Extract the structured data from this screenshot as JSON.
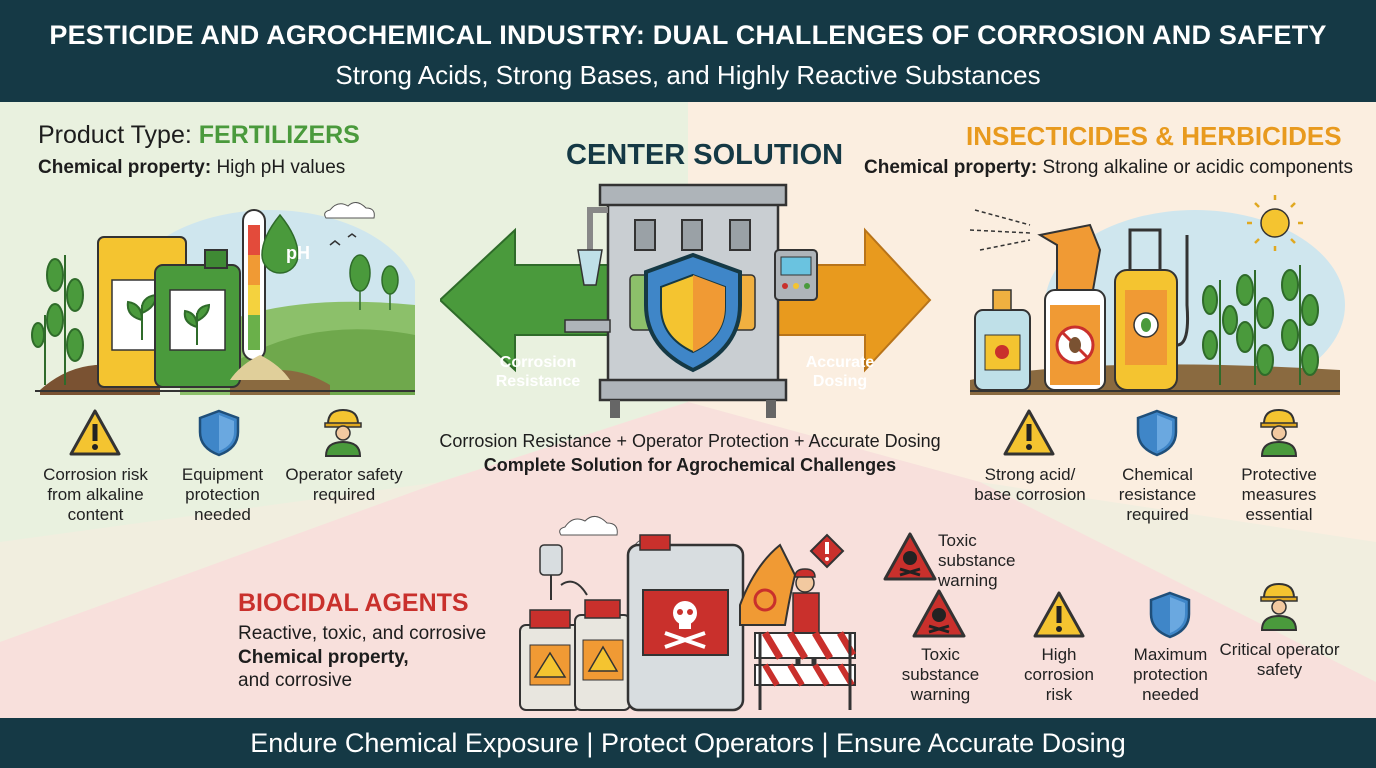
{
  "header": {
    "title": "PESTICIDE AND AGROCHEMICAL INDUSTRY: DUAL CHALLENGES OF CORROSION AND SAFETY",
    "subtitle": "Strong Acids, Strong Bases, and Highly Reactive Substances"
  },
  "fertilizers": {
    "prefix": "Product Type:",
    "name": "FERTILIZERS",
    "property_label": "Chemical property:",
    "property_value": "High pH values",
    "ph_label": "pH",
    "points": [
      {
        "icon": "warning-icon",
        "text": [
          "Corrosion risk",
          "from alkaline",
          "content"
        ]
      },
      {
        "icon": "shield-icon",
        "text": [
          "Equipment",
          "protection",
          "needed"
        ]
      },
      {
        "icon": "worker-icon",
        "text": [
          "Operator safety",
          "required"
        ]
      }
    ]
  },
  "center": {
    "title": "CENTER SOLUTION",
    "left_arrow": [
      "Corrosion",
      "Resistance"
    ],
    "right_arrow": [
      "Accurate",
      "Dosing"
    ],
    "line1": "Corrosion Resistance + Operator Protection + Accurate Dosing",
    "line2": "Complete Solution for Agrochemical Challenges"
  },
  "insecticides": {
    "name": "INSECTICIDES & HERBICIDES",
    "property_label": "Chemical property:",
    "property_value": "Strong alkaline or acidic components",
    "points": [
      {
        "icon": "warning-icon",
        "text": [
          "Strong acid/",
          "base corrosion"
        ]
      },
      {
        "icon": "shield-icon",
        "text": [
          "Chemical",
          "resistance",
          "required"
        ]
      },
      {
        "icon": "worker-icon",
        "text": [
          "Protective",
          "measures",
          "essential"
        ]
      }
    ]
  },
  "biocidal": {
    "name": "BIOCIDAL AGENTS",
    "line1": "Reactive, toxic, and corrosive",
    "property_label": "Chemical property,",
    "line3": "and corrosive",
    "points": [
      {
        "icon": "toxic-icon",
        "text": [
          "Toxic",
          "substance",
          "warning"
        ]
      },
      {
        "icon": "toxic-icon",
        "text": [
          "Toxic",
          "substance",
          "warning"
        ]
      },
      {
        "icon": "warning-icon",
        "text": [
          "High",
          "corrosion",
          "risk"
        ]
      },
      {
        "icon": "shield-icon",
        "text": [
          "Maximum",
          "protection",
          "needed"
        ]
      },
      {
        "icon": "worker-icon",
        "text": [
          "Critical operator",
          "safety"
        ]
      }
    ]
  },
  "footer": {
    "text": "Endure Chemical Exposure | Protect Operators | Ensure Accurate Dosing"
  },
  "colors": {
    "navy": "#153945",
    "green": "#4a9a3c",
    "orange": "#e89a1e",
    "red": "#c9302c",
    "shield": "#3f86c8",
    "warning": "#f4c430"
  }
}
